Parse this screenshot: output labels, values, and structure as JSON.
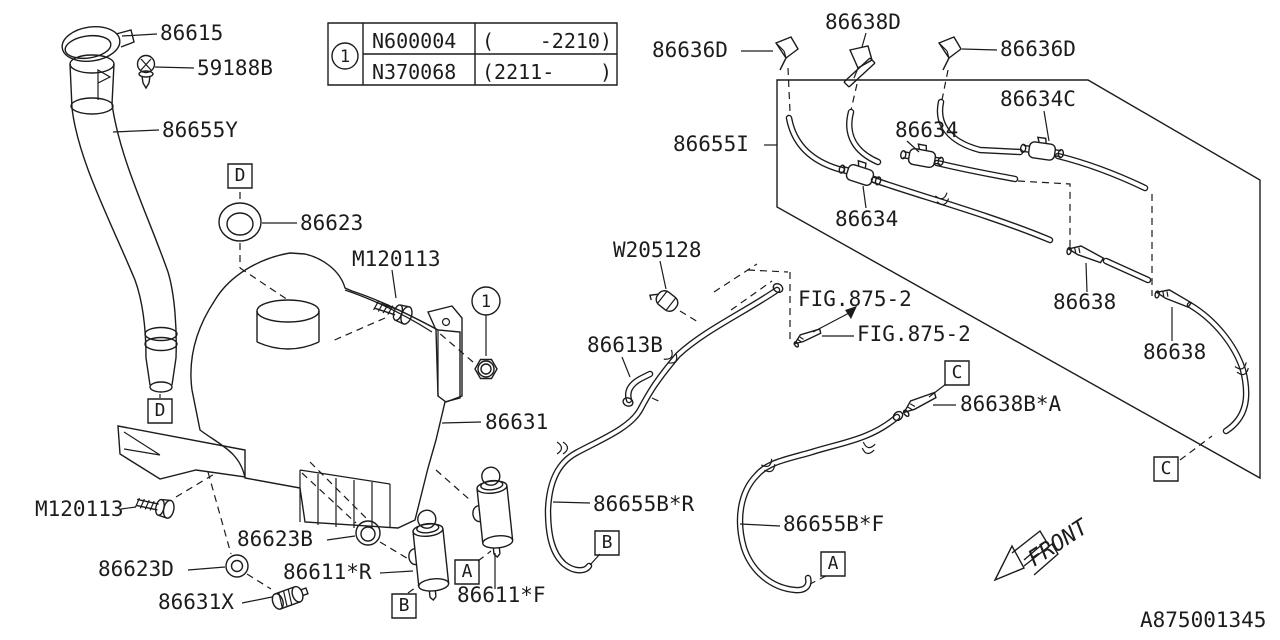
{
  "diagram": {
    "title": "windshield-washer-parts-diagram",
    "bg_color": "#ffffff",
    "line_color": "#1c1c1c",
    "drawing_code": "A875001345",
    "front_label": "FRONT",
    "ref_table": {
      "callout": "1",
      "rows": [
        {
          "part": "N600004",
          "range_left": "(",
          "range_right": "-2210)"
        },
        {
          "part": "N370068",
          "range_left": "(2211-",
          "range_right": ")"
        }
      ]
    },
    "callouts": [
      "1",
      "1"
    ],
    "boxed_refs": [
      "D",
      "D",
      "C",
      "C",
      "B",
      "A",
      "B",
      "A"
    ],
    "labels": [
      "86615",
      "59188B",
      "86655Y",
      "86623",
      "M120113",
      "86631",
      "W205128",
      "86613B",
      "FIG.875-2",
      "FIG.875-2",
      "86636D",
      "86638D",
      "86636D",
      "86634C",
      "86655I",
      "86634",
      "86634",
      "86638",
      "86638",
      "86638B*A",
      "M120113",
      "86623B",
      "86623D",
      "86611*R",
      "86631X",
      "86611*F",
      "86655B*R",
      "86655B*F"
    ]
  }
}
